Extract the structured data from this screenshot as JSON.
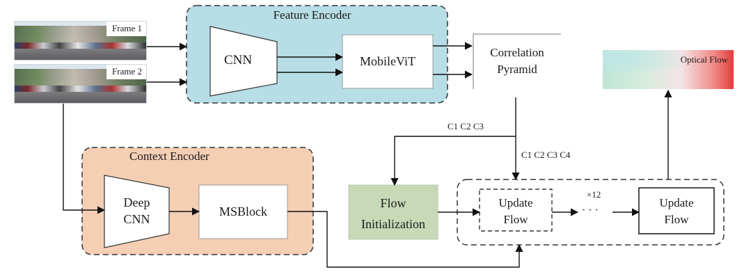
{
  "inputs": {
    "frame1": "Frame 1",
    "frame2": "Frame 2"
  },
  "feature_encoder": {
    "title": "Feature Encoder",
    "cnn": "CNN",
    "mobilevit": "MobileViT",
    "fill": "#b7dde6"
  },
  "correlation": {
    "line1": "Correlation",
    "line2": "Pyramid"
  },
  "context_encoder": {
    "title": "Context Encoder",
    "deep_line1": "Deep",
    "deep_line2": "CNN",
    "msblock": "MSBlock",
    "fill": "#f5cfb4"
  },
  "flow_init": {
    "line1": "Flow",
    "line2": "Initialization",
    "fill": "#c7d9b7"
  },
  "update": {
    "first_line1": "Update",
    "first_line2": "Flow",
    "last_line1": "Update",
    "last_line2": "Flow",
    "repeat": "×12",
    "ellipsis": "· · ·"
  },
  "edges": {
    "c123": "C1 C2 C3",
    "c1234": "C1 C2 C3 C4"
  },
  "output": {
    "label": "Optical Flow"
  }
}
